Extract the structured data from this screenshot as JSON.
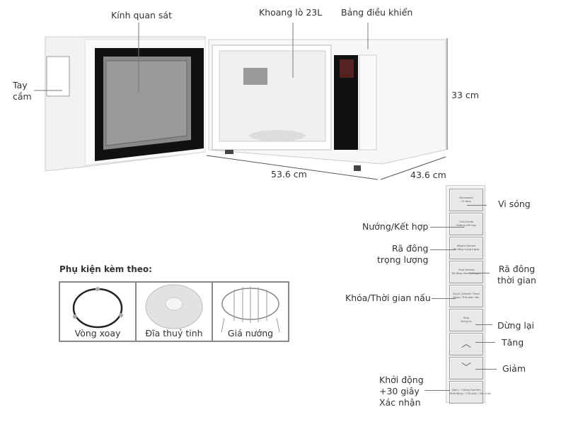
{
  "labels": {
    "viewing_window": "Kính quan sát",
    "cavity": "Khoang lò 23L",
    "control_panel": "Bảng điều khiển",
    "handle": "Tay\ncầm",
    "height": "33 cm",
    "width": "53.6 cm",
    "depth": "43.6 cm"
  },
  "accessories": {
    "title": "Phụ kiện kèm theo:",
    "items": [
      {
        "name": "Vòng xoay",
        "icon": "turntable-ring"
      },
      {
        "name": "Đĩa thuỷ tinh",
        "icon": "glass-plate"
      },
      {
        "name": "Giá nướng",
        "icon": "grill-rack"
      }
    ]
  },
  "panel": {
    "buttons": [
      {
        "text": "Microwave\nVi sóng",
        "callout": "Vi sóng"
      },
      {
        "text": "Grill/Combi\nNướng/ kết hợp",
        "callout": "Nướng/Kết hợp"
      },
      {
        "text": "Weight Defrost\nRã đông trọng lượng",
        "callout": "Rã đông\ntrọng lượng"
      },
      {
        "text": "Time Defrost\nRã đông theo thời gian",
        "callout": "Rã đông\nthời gian"
      },
      {
        "text": "Clock / Kitchen Timer\nKhóa / Thời gian nấu",
        "callout": "Khóa/Thời gian nấu"
      },
      {
        "text": "Stop\nDừng lại",
        "callout": "Dừng lại"
      },
      {
        "text": "",
        "icon": "chevron-up",
        "callout": "Tăng"
      },
      {
        "text": "",
        "icon": "chevron-down",
        "callout": "Giảm"
      },
      {
        "text": "Start / +30sec/Confirm\nKhởi động / +30 giây / Xác nhận",
        "callout": "Khởi động\n+30 giây\nXác nhận"
      }
    ]
  }
}
